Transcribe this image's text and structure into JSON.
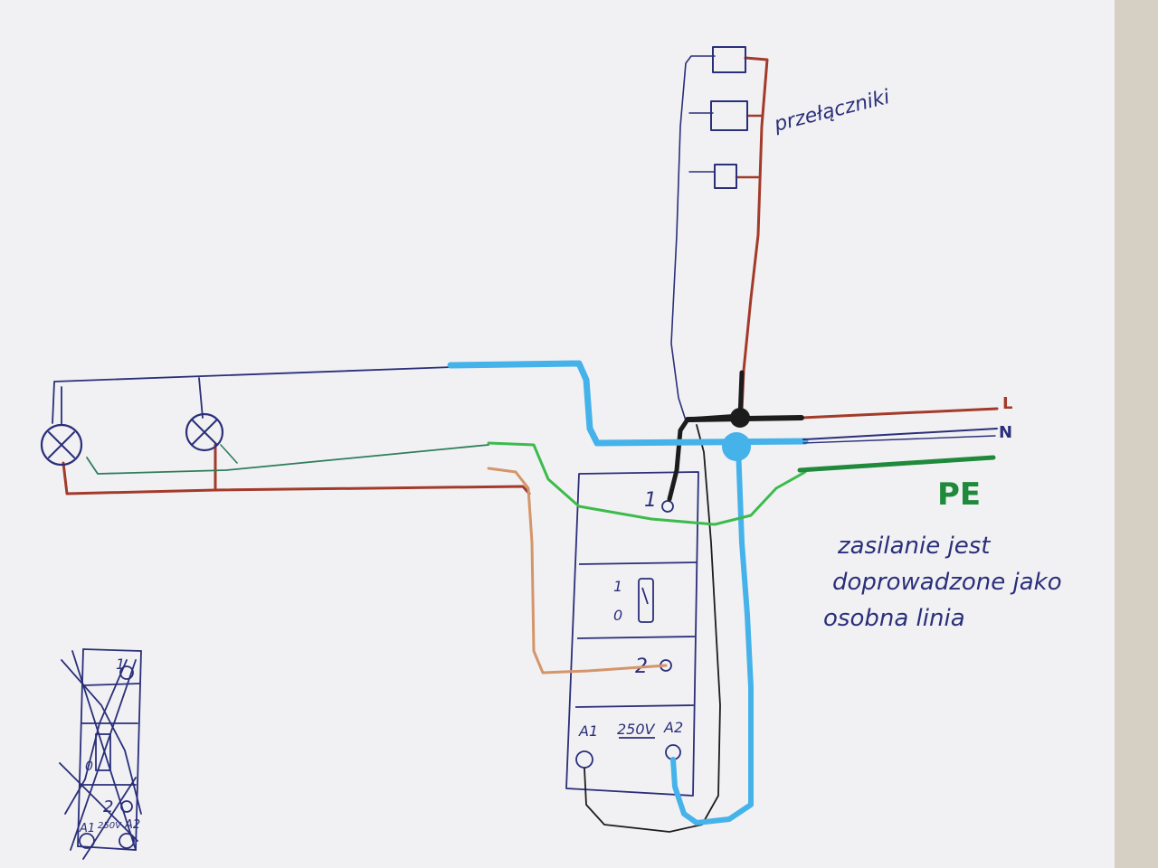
{
  "labels": {
    "switches": "przełączniki",
    "L": "L",
    "N": "N",
    "PE": "PE",
    "note_line1": "zasilanie jest",
    "note_line2": "doprowadzone jako",
    "note_line3": "osobna linia"
  },
  "relay": {
    "terminal_1": "1",
    "switch_on": "1",
    "switch_off": "0",
    "terminal_2": "2",
    "a1": "A1",
    "voltage": "250V",
    "a2": "A2"
  },
  "crossed_sketch": {
    "terminal_1": "1",
    "switch_0": "0",
    "terminal_2": "2",
    "a1": "A1",
    "voltage": "250V",
    "a2": "A2"
  },
  "colors": {
    "paper": "#f1f1f3",
    "background": "#d8d3c8",
    "ink": "#2a2f7a",
    "live": "#a33a2a",
    "neutral_blue": "#45b2ea",
    "earth_green": "#3cbb4c",
    "pe_green": "#1f8a3c",
    "switch_wire": "#d4956a",
    "black": "#1c1c1c"
  }
}
